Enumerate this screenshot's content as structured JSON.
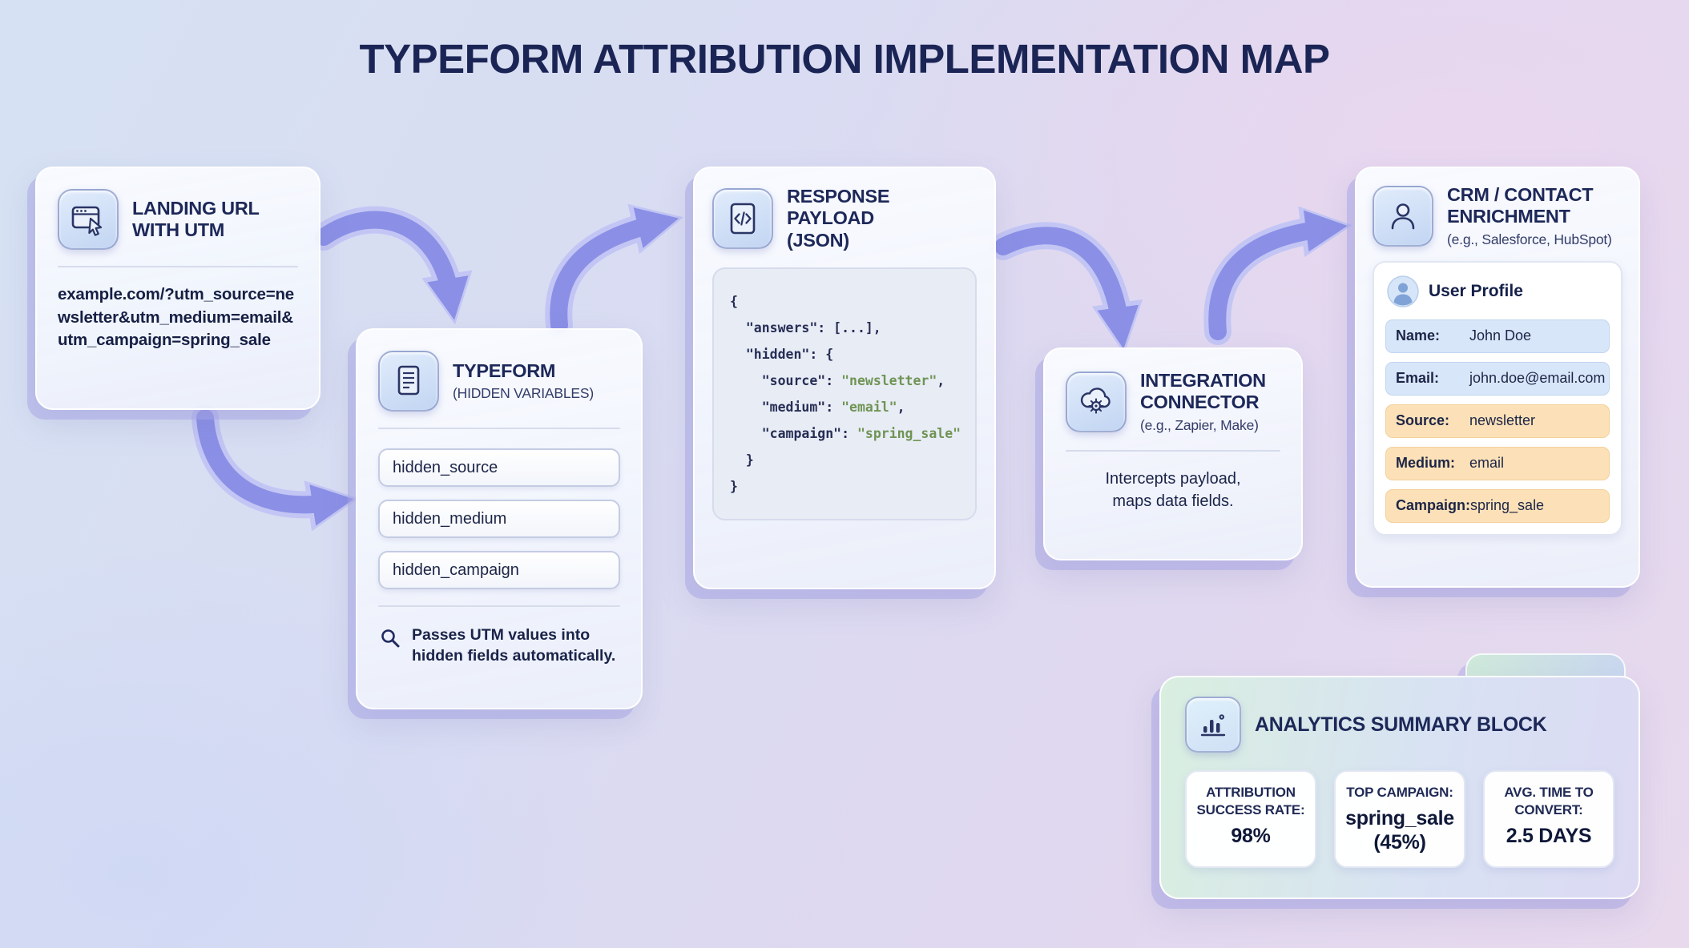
{
  "page": {
    "title": "TYPEFORM ATTRIBUTION IMPLEMENTATION MAP"
  },
  "colors": {
    "heading": "#1d2859",
    "arrow": "#8b90e6",
    "code_string": "#6f9454",
    "row_blue": "#d8e6f9",
    "row_orange": "#fce1b8"
  },
  "icons": {
    "landing": "browser-window-cursor-icon",
    "typeform": "document-lines-icon",
    "payload": "code-file-icon",
    "connector": "cloud-gear-icon",
    "crm": "person-icon",
    "profile_avatar": "avatar-icon",
    "typeform_note": "magnifier-icon",
    "analytics": "bar-chart-icon"
  },
  "landing": {
    "title_line1": "LANDING URL",
    "title_line2": "WITH UTM",
    "url": "example.com/?utm_source=newsletter&utm_medium=email&utm_campaign=spring_sale"
  },
  "typeform": {
    "title": "TYPEFORM",
    "subtitle": "(HIDDEN VARIABLES)",
    "fields": [
      "hidden_source",
      "hidden_medium",
      "hidden_campaign"
    ],
    "note": "Passes UTM values into hidden fields automatically."
  },
  "payload": {
    "title_line1": "RESPONSE PAYLOAD",
    "title_line2": "(JSON)",
    "code_lines": [
      {
        "segments": [
          {
            "text": "{",
            "type": "plain"
          }
        ]
      },
      {
        "segments": [
          {
            "text": "  \"answers\": [...],",
            "type": "plain"
          }
        ]
      },
      {
        "segments": [
          {
            "text": "  \"hidden\": {",
            "type": "plain"
          }
        ]
      },
      {
        "segments": [
          {
            "text": "    \"source\": ",
            "type": "plain"
          },
          {
            "text": "\"newsletter\"",
            "type": "string"
          },
          {
            "text": ",",
            "type": "plain"
          }
        ]
      },
      {
        "segments": [
          {
            "text": "    \"medium\": ",
            "type": "plain"
          },
          {
            "text": "\"email\"",
            "type": "string"
          },
          {
            "text": ",",
            "type": "plain"
          }
        ]
      },
      {
        "segments": [
          {
            "text": "    \"campaign\": ",
            "type": "plain"
          },
          {
            "text": "\"spring_sale\"",
            "type": "string"
          }
        ]
      },
      {
        "segments": [
          {
            "text": "  }",
            "type": "plain"
          }
        ]
      },
      {
        "segments": [
          {
            "text": "}",
            "type": "plain"
          }
        ]
      }
    ]
  },
  "connector": {
    "title_line1": "INTEGRATION",
    "title_line2": "CONNECTOR",
    "subtitle": "(e.g., Zapier, Make)",
    "note": "Intercepts payload, maps data fields."
  },
  "crm": {
    "title_line1": "CRM / CONTACT",
    "title_line2": "ENRICHMENT",
    "subtitle": "(e.g., Salesforce, HubSpot)",
    "profile": {
      "title": "User Profile",
      "rows": [
        {
          "label": "Name:",
          "value": "John Doe",
          "tone": "blue"
        },
        {
          "label": "Email:",
          "value": "john.doe@email.com",
          "tone": "blue"
        },
        {
          "label": "Source:",
          "value": "newsletter",
          "tone": "orange"
        },
        {
          "label": "Medium:",
          "value": "email",
          "tone": "orange"
        },
        {
          "label": "Campaign:",
          "value": "spring_sale",
          "tone": "orange"
        }
      ]
    }
  },
  "analytics": {
    "title": "ANALYTICS SUMMARY BLOCK",
    "stats": [
      {
        "label": "ATTRIBUTION SUCCESS RATE:",
        "value": "98%"
      },
      {
        "label": "TOP CAMPAIGN:",
        "value": "spring_sale (45%)"
      },
      {
        "label": "AVG. TIME TO CONVERT:",
        "value": "2.5 DAYS"
      }
    ]
  }
}
